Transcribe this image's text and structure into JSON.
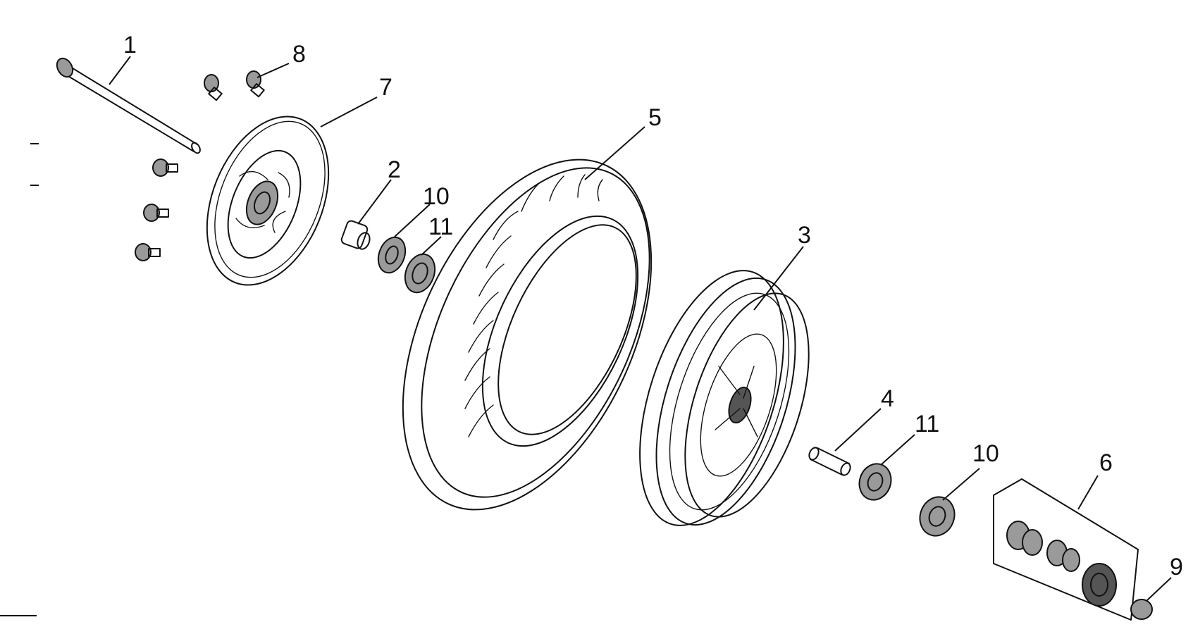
{
  "callouts": [
    {
      "id": "1-axle",
      "label": "1"
    },
    {
      "id": "8-bolt",
      "label": "8"
    },
    {
      "id": "7-brake-disc",
      "label": "7"
    },
    {
      "id": "5-tire",
      "label": "5"
    },
    {
      "id": "2-spacer",
      "label": "2"
    },
    {
      "id": "10-seal-left",
      "label": "10"
    },
    {
      "id": "11-bearing-left",
      "label": "11"
    },
    {
      "id": "3-rim",
      "label": "3"
    },
    {
      "id": "4-spacer",
      "label": "4"
    },
    {
      "id": "11-bearing-right",
      "label": "11"
    },
    {
      "id": "10-seal-right",
      "label": "10"
    },
    {
      "id": "6-hub-kit",
      "label": "6"
    },
    {
      "id": "9-nut",
      "label": "9"
    }
  ],
  "colors": {
    "line": "#111111",
    "background": "#ffffff",
    "shade": "#9a9a9a"
  }
}
